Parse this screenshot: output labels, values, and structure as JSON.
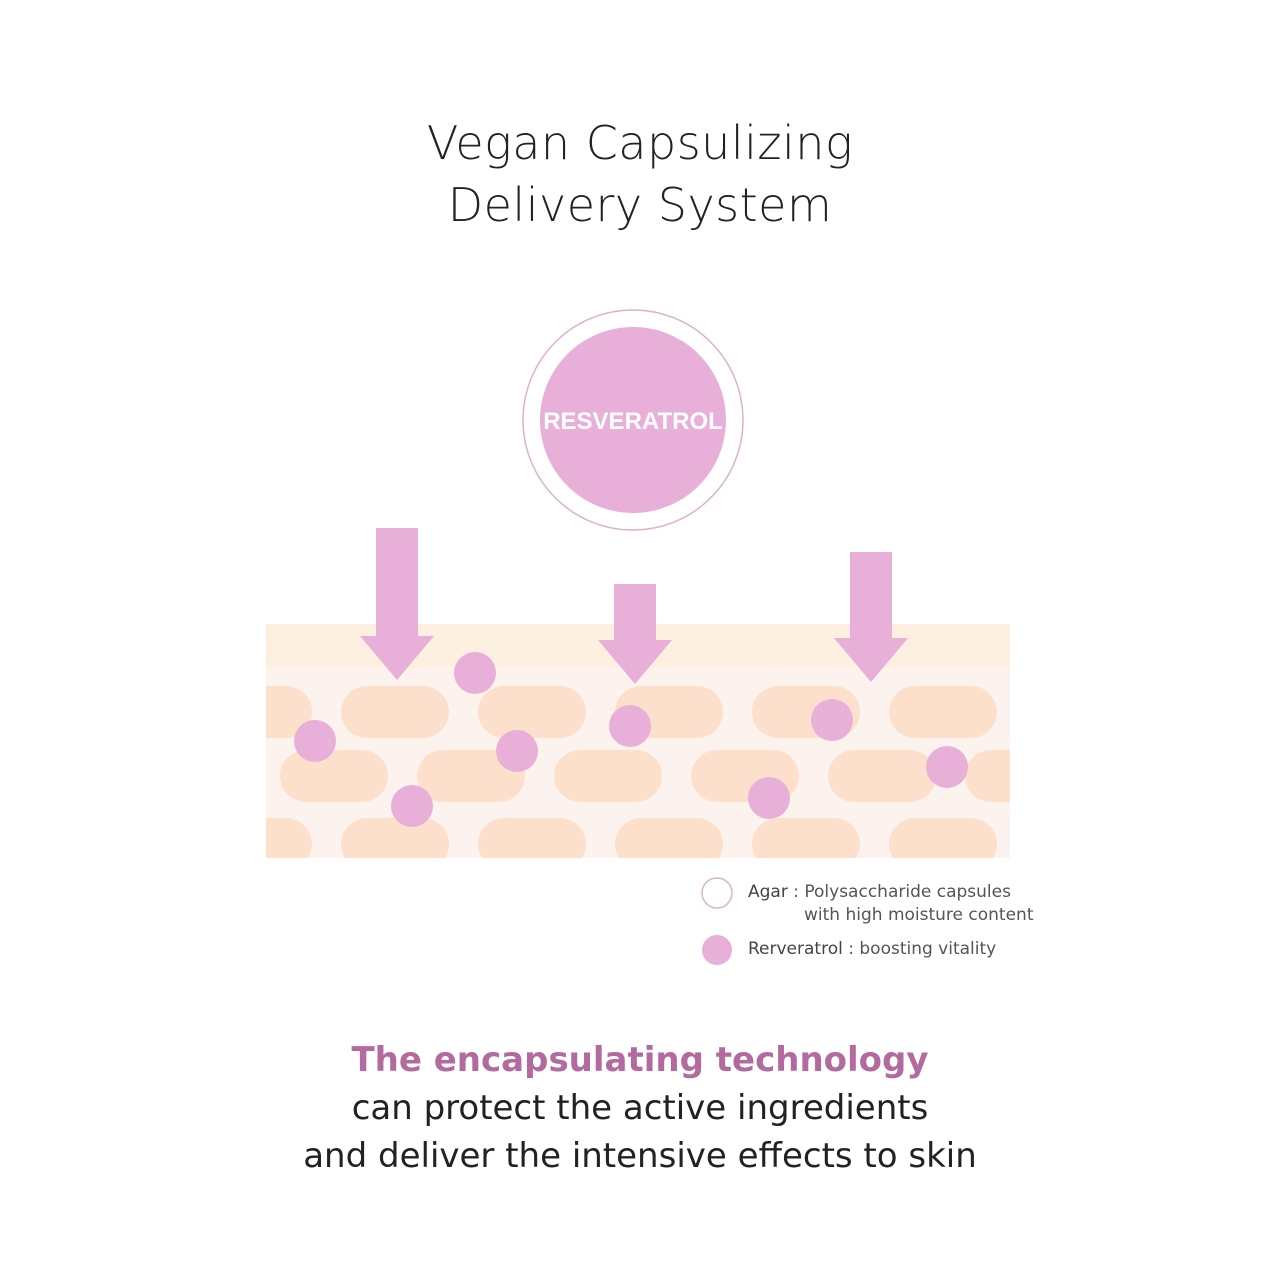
{
  "title": {
    "line1": "Vegan Capsulizing",
    "line2": "Delivery System"
  },
  "capsule_label": "RESVERATROL",
  "legend": [
    {
      "term": "Agar",
      "sep": " : ",
      "desc1": "Polysaccharide capsules",
      "desc2": "with high moisture content"
    },
    {
      "term": "Rerveratrol",
      "sep": " : ",
      "desc1": "boosting vitality"
    }
  ],
  "bottom": {
    "highlight": "The encapsulating technology",
    "line2": "can protect the active ingredients",
    "line3": "and deliver the intensive effects to skin"
  },
  "colors": {
    "pink": "#e8afd8",
    "cell": "#fde0cc",
    "skin_bg": "#fdf3ee",
    "top_band": "#fdf0e0",
    "accent_text": "#b36a9e"
  }
}
